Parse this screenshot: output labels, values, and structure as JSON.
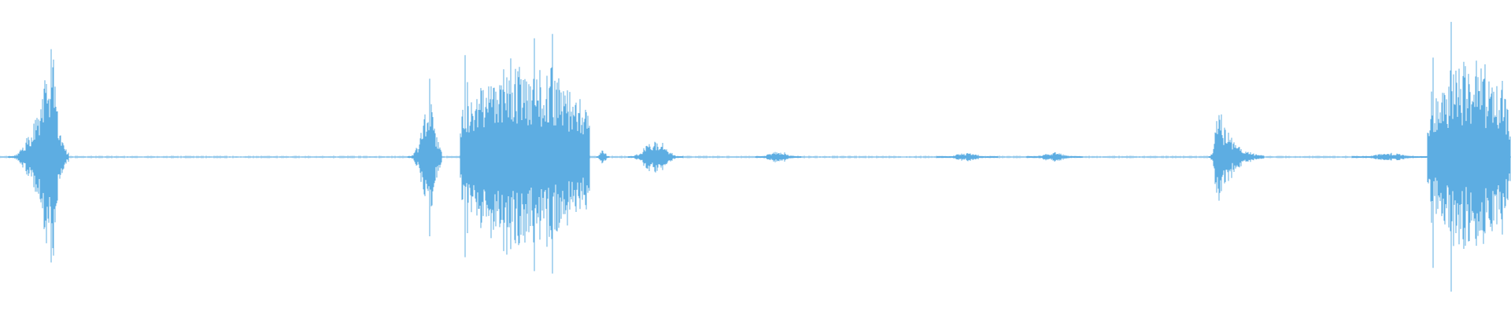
{
  "waveform": {
    "color": "#5DADE2",
    "background": "#FFFFFF",
    "baseline_amplitude": 0.006,
    "bursts": [
      {
        "id": "burst-1",
        "start": 0.006,
        "end": 0.045,
        "peak": 0.035,
        "amp": 0.93,
        "kind": "sharp"
      },
      {
        "id": "burst-2",
        "start": 0.27,
        "end": 0.292,
        "peak": 0.285,
        "amp": 0.6,
        "kind": "sharp"
      },
      {
        "id": "burst-3",
        "start": 0.305,
        "end": 0.39,
        "peak": 0.327,
        "amp": 1.0,
        "kind": "dense"
      },
      {
        "id": "burst-4",
        "start": 0.395,
        "end": 0.403,
        "peak": 0.399,
        "amp": 0.07,
        "kind": "soft"
      },
      {
        "id": "burst-5",
        "start": 0.416,
        "end": 0.452,
        "peak": 0.43,
        "amp": 0.13,
        "kind": "soft"
      },
      {
        "id": "burst-6",
        "start": 0.5,
        "end": 0.53,
        "peak": 0.521,
        "amp": 0.05,
        "kind": "soft"
      },
      {
        "id": "burst-7",
        "start": 0.62,
        "end": 0.66,
        "peak": 0.64,
        "amp": 0.03,
        "kind": "soft"
      },
      {
        "id": "burst-8",
        "start": 0.68,
        "end": 0.716,
        "peak": 0.7,
        "amp": 0.035,
        "kind": "soft"
      },
      {
        "id": "burst-9",
        "start": 0.8,
        "end": 0.836,
        "peak": 0.806,
        "amp": 0.43,
        "kind": "sharp"
      },
      {
        "id": "burst-10",
        "start": 0.895,
        "end": 0.945,
        "peak": 0.915,
        "amp": 0.03,
        "kind": "soft"
      },
      {
        "id": "burst-11",
        "start": 0.945,
        "end": 1.0,
        "peak": 0.973,
        "amp": 1.0,
        "kind": "dense"
      }
    ]
  }
}
